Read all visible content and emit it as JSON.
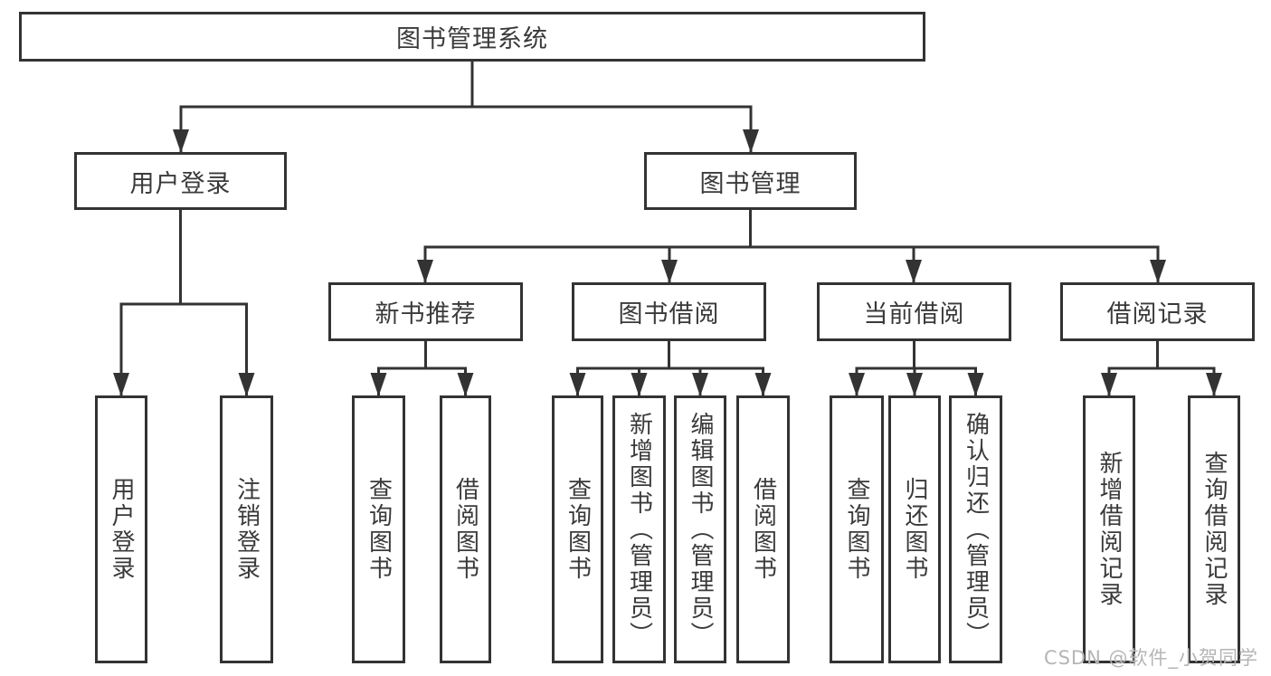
{
  "diagram": {
    "type": "hierarchy-tree",
    "colors": {
      "line": "#333333",
      "box_border": "#333333",
      "text": "#3a3a3a",
      "background": "#ffffff",
      "watermark": "#b5b5b5"
    },
    "nodes": {
      "root": {
        "label": "图书管理系统"
      },
      "userLogin": {
        "label": "用户登录",
        "children": [
          {
            "label": "用户登录"
          },
          {
            "label": "注销登录"
          }
        ]
      },
      "bookManagement": {
        "label": "图书管理",
        "children": [
          {
            "label": "新书推荐",
            "children": [
              {
                "label": "查询图书"
              },
              {
                "label": "借阅图书"
              }
            ]
          },
          {
            "label": "图书借阅",
            "children": [
              {
                "label": "查询图书"
              },
              {
                "label": "新增图书（管理员）"
              },
              {
                "label": "编辑图书（管理员）"
              },
              {
                "label": "借阅图书"
              }
            ]
          },
          {
            "label": "当前借阅",
            "children": [
              {
                "label": "查询图书"
              },
              {
                "label": "归还图书"
              },
              {
                "label": "确认归还（管理员）"
              }
            ]
          },
          {
            "label": "借阅记录",
            "children": [
              {
                "label": "新增借阅记录"
              },
              {
                "label": "查询借阅记录"
              }
            ]
          }
        ]
      }
    },
    "watermark": {
      "text": "CSDN @软件_小贺同学"
    }
  }
}
